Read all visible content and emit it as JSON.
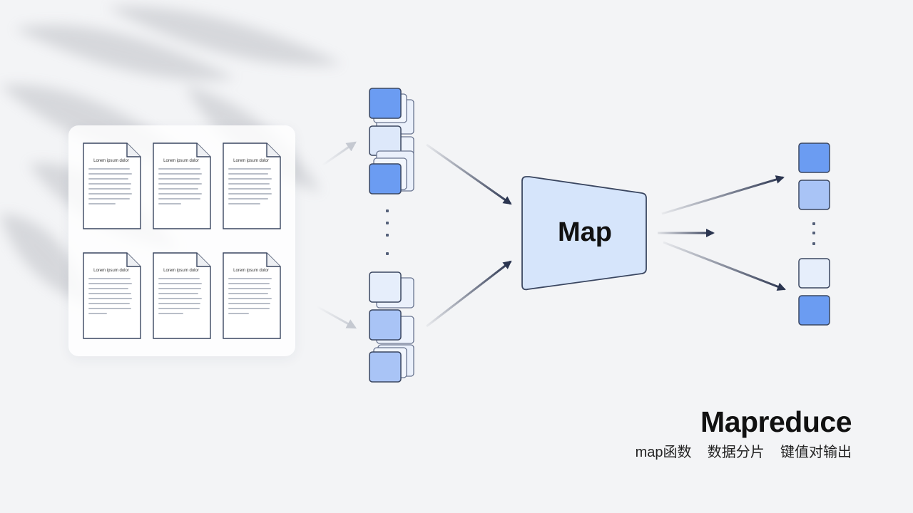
{
  "diagram": {
    "map_label": "Map",
    "title": "Mapreduce",
    "subtitle": "map函数    数据分片    键值对输出",
    "colors": {
      "block_dark": "#6b9cf2",
      "block_mid": "#a9c4f6",
      "block_light": "#dde8fa",
      "stroke": "#3a4660",
      "arrow": "#2b3550",
      "map_fill": "#d6e5fb"
    }
  },
  "documents": [
    {
      "heading": "Lorem ipsum dolor"
    },
    {
      "heading": "Lorem ipsum dolor"
    },
    {
      "heading": "Lorem ipsum dolor"
    },
    {
      "heading": "Lorem ipsum dolor"
    },
    {
      "heading": "Lorem ipsum dolor"
    },
    {
      "heading": "Lorem ipsum dolor"
    }
  ]
}
